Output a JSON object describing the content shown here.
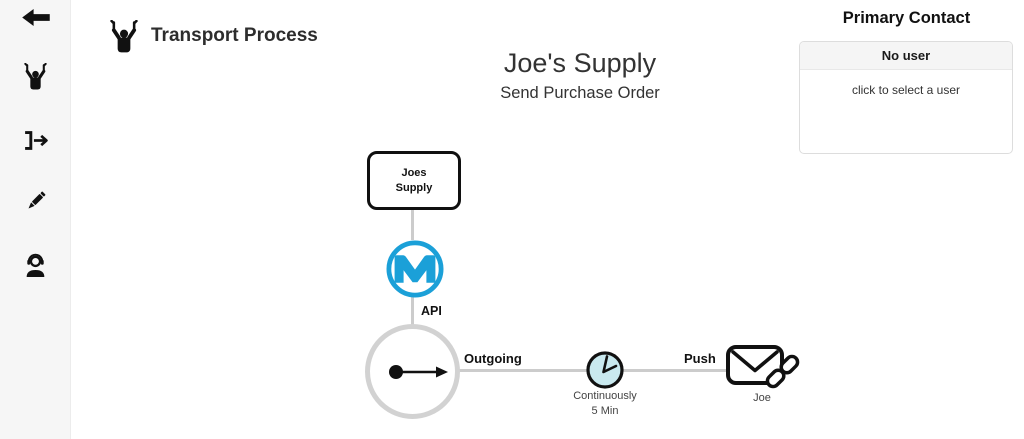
{
  "header": {
    "title": "Transport Process"
  },
  "sidebar": {
    "items": [
      {
        "icon": "back-arrow-icon"
      },
      {
        "icon": "transport-figure-icon"
      },
      {
        "icon": "export-arrow-icon"
      },
      {
        "icon": "pencil-icon"
      },
      {
        "icon": "support-agent-icon"
      }
    ]
  },
  "process": {
    "title": "Joe's Supply",
    "subtitle": "Send Purchase Order"
  },
  "diagram": {
    "source_node": {
      "line1": "Joes",
      "line2": "Supply"
    },
    "api_label": "API",
    "outgoing_label": "Outgoing",
    "schedule": {
      "line1": "Continuously",
      "line2": "5 Min"
    },
    "push_label": "Push",
    "recipient_label": "Joe",
    "icons": {
      "platform": "mulesoft-logo-icon",
      "trigger": "clock-icon",
      "message": "envelope-icon",
      "attachment": "chain-link-icon"
    }
  },
  "primary_contact": {
    "title": "Primary Contact",
    "status": "No user",
    "hint": "click to select a user"
  },
  "colors": {
    "mulesoft_blue": "#1BA0D8",
    "clock_fill": "#C9E9EF",
    "connector_gray": "#CCCCCC",
    "sidebar_bg": "#F6F6F6"
  }
}
